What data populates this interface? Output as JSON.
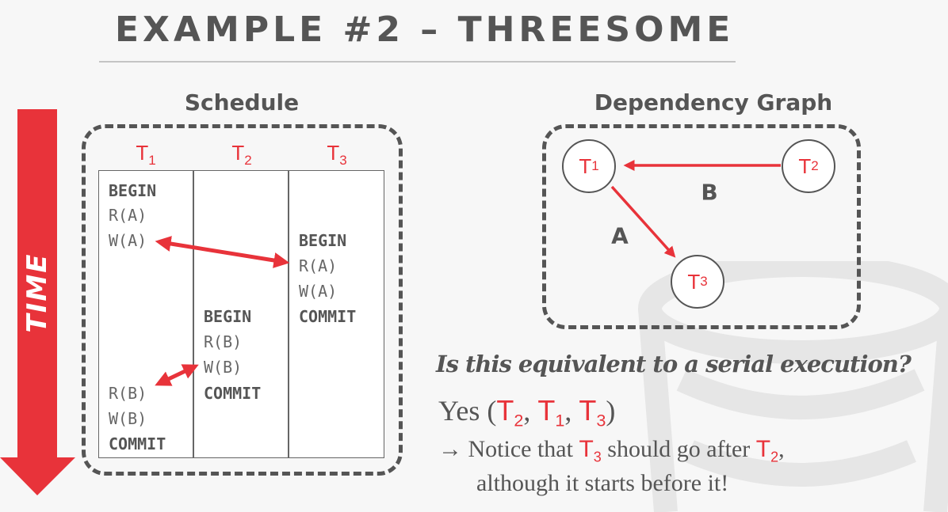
{
  "slide": {
    "title": "EXAMPLE #2 – THREESOME",
    "time_label": "TIME"
  },
  "schedule": {
    "title": "Schedule",
    "columns": [
      {
        "name": "T",
        "sub": "1"
      },
      {
        "name": "T",
        "sub": "2"
      },
      {
        "name": "T",
        "sub": "3"
      }
    ],
    "t1_ops": [
      "BEGIN",
      "R(A)",
      "W(A)",
      "R(B)",
      "W(B)",
      "COMMIT"
    ],
    "t2_ops": [
      "BEGIN",
      "R(B)",
      "W(B)",
      "COMMIT"
    ],
    "t3_ops": [
      "BEGIN",
      "R(A)",
      "W(A)",
      "COMMIT"
    ]
  },
  "graph": {
    "title": "Dependency Graph",
    "nodes": [
      {
        "name": "T",
        "sub": "1"
      },
      {
        "name": "T",
        "sub": "2"
      },
      {
        "name": "T",
        "sub": "3"
      }
    ],
    "edges": [
      {
        "from": "T2",
        "to": "T1",
        "label": "B"
      },
      {
        "from": "T1",
        "to": "T3",
        "label": "A"
      }
    ]
  },
  "text": {
    "question": "Is this equivalent to a serial execution?",
    "answer_prefix": "Yes (",
    "answer_order": [
      {
        "name": "T",
        "sub": "2"
      },
      {
        "name": "T",
        "sub": "1"
      },
      {
        "name": "T",
        "sub": "3"
      }
    ],
    "answer_sep": ", ",
    "answer_suffix": ")",
    "arrow": "→",
    "note_a": " Notice that ",
    "note_t3": {
      "name": "T",
      "sub": "3"
    },
    "note_b": " should go after ",
    "note_t2": {
      "name": "T",
      "sub": "2"
    },
    "note_c": ",",
    "note_line2": "although it starts before it!"
  },
  "colors": {
    "accent": "#e8333a",
    "text": "#555555"
  }
}
